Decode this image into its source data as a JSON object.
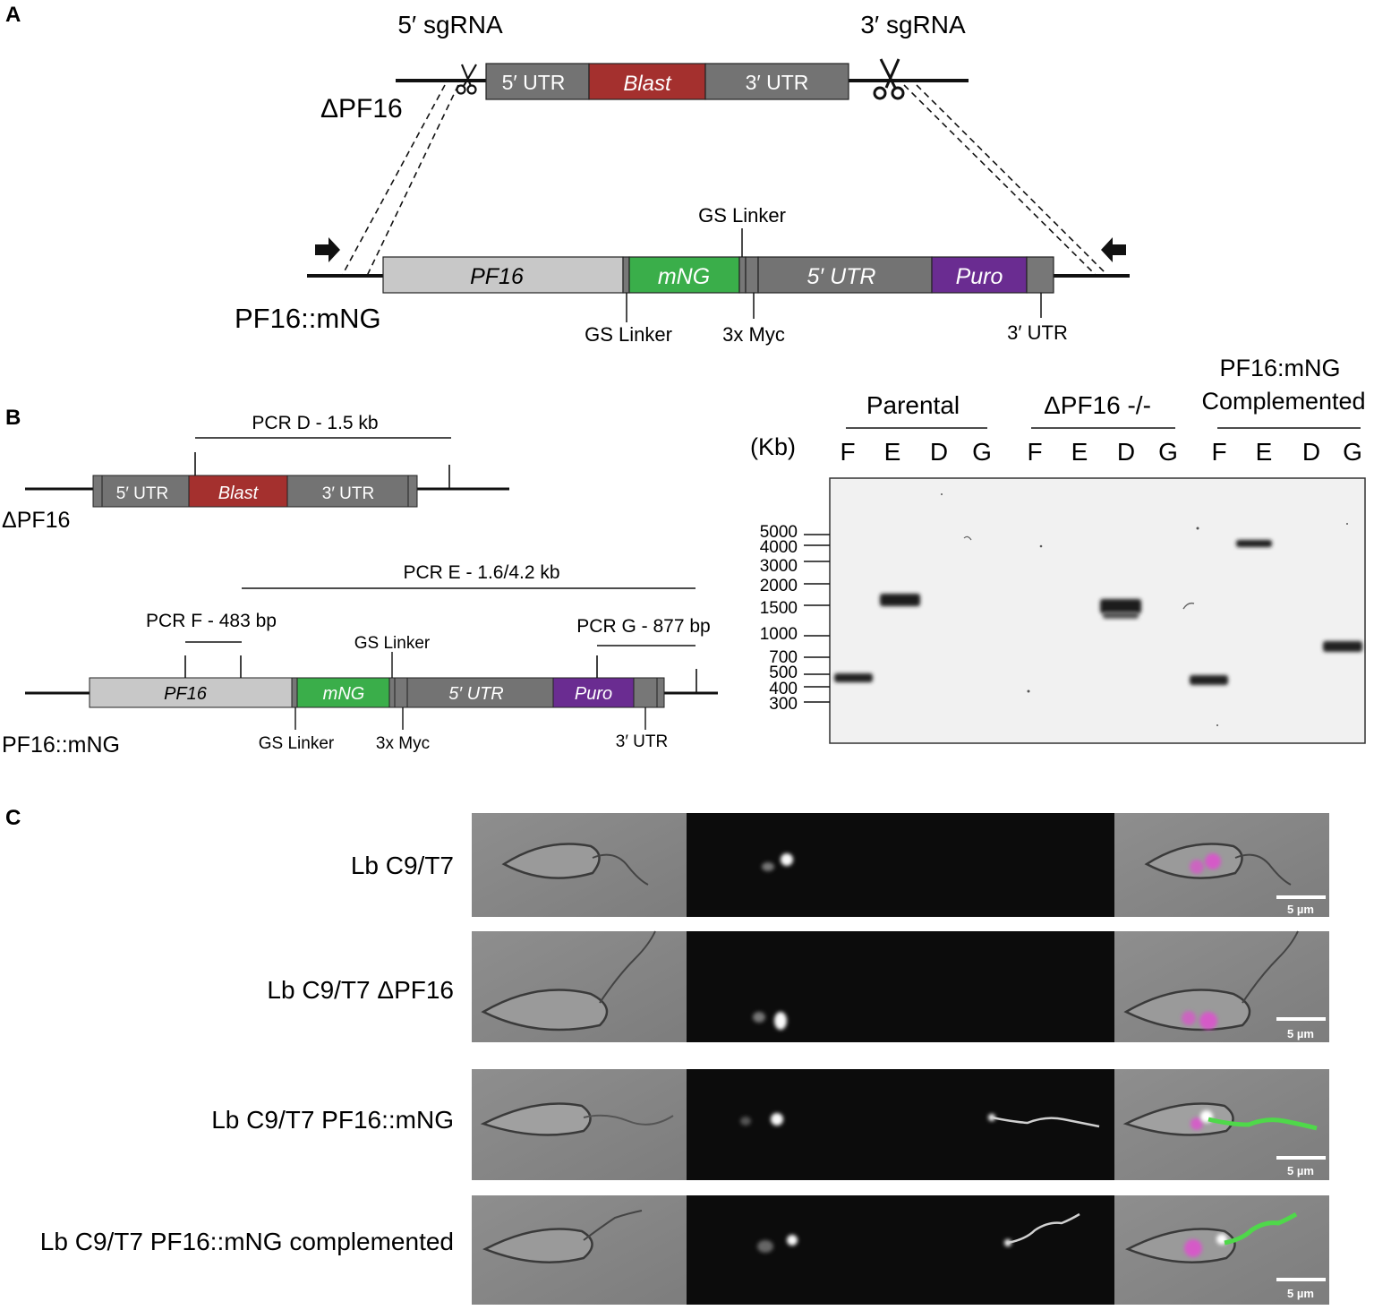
{
  "panel_labels": {
    "a": "A",
    "b": "B",
    "c": "C"
  },
  "colors": {
    "blast": "#a4302e",
    "utr": "#737373",
    "pf16": "#c8c8c8",
    "mng": "#3aae4a",
    "puro": "#6a2c91",
    "magenta": "#e04fd0",
    "green_signal": "#4fd84a"
  },
  "panel_a": {
    "sg5": "5′ sgRNA",
    "sg3": "3′ sgRNA",
    "dpf16_label": "ΔPF16",
    "ko": {
      "utr5": "5′ UTR",
      "blast": "Blast",
      "utr3": "3′ UTR"
    },
    "mng_label": "PF16::mNG",
    "tag": {
      "pf16": "PF16",
      "mng": "mNG",
      "utr5": "5′ UTR",
      "puro": "Puro"
    },
    "ann": {
      "gs_top": "GS Linker",
      "gs_bottom": "GS Linker",
      "myc": "3x Myc",
      "utr3": "3′ UTR"
    }
  },
  "panel_b": {
    "dpf16_label": "ΔPF16",
    "pcr_d": "PCR D - 1.5 kb",
    "ko": {
      "utr5": "5′ UTR",
      "blast": "Blast",
      "utr3": "3′ UTR"
    },
    "mng_label": "PF16::mNG",
    "pcr_e": "PCR E - 1.6/4.2 kb",
    "pcr_f": "PCR F - 483 bp",
    "pcr_g": "PCR G - 877 bp",
    "tag": {
      "pf16": "PF16",
      "mng": "mNG",
      "utr5": "5′ UTR",
      "puro": "Puro"
    },
    "ann": {
      "gs_top": "GS Linker",
      "gs_bottom": "GS Linker",
      "myc": "3x Myc",
      "utr3": "3′ UTR"
    }
  },
  "gel": {
    "kb_label": "(Kb)",
    "groups": [
      {
        "title": "Parental",
        "lanes": [
          "F",
          "E",
          "D",
          "G"
        ]
      },
      {
        "title": "ΔPF16 -/-",
        "lanes": [
          "F",
          "E",
          "D",
          "G"
        ]
      },
      {
        "title_line1": "PF16:mNG",
        "title_line2": "Complemented",
        "lanes": [
          "F",
          "E",
          "D",
          "G"
        ]
      }
    ],
    "ladder": [
      "5000",
      "4000",
      "3000",
      "2000",
      "1500",
      "1000",
      "700",
      "500",
      "400",
      "300"
    ]
  },
  "panel_c": {
    "rows": [
      {
        "label": "Lb C9/T7",
        "scale": "5 µm"
      },
      {
        "label": "Lb C9/T7 ΔPF16",
        "scale": "5 µm"
      },
      {
        "label": "Lb C9/T7 PF16::mNG",
        "scale": "5 µm"
      },
      {
        "label": "Lb C9/T7 PF16::mNG complemented",
        "scale": "5 µm"
      }
    ]
  }
}
